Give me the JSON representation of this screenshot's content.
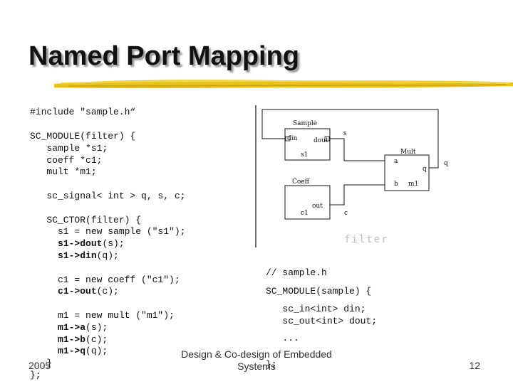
{
  "slide": {
    "title": "Named Port Mapping",
    "footer_year": "2005",
    "footer_center_line1": "Design & Co-design of Embedded",
    "footer_center_line2": "Systems",
    "page_number": "12",
    "accent_color": "#e8c21a"
  },
  "code_left": {
    "include": "#include \"sample.h“",
    "module_open": "SC_MODULE(filter) {",
    "decl_sample": "   sample *s1;",
    "decl_coeff": "   coeff *c1;",
    "decl_mult": "   mult *m1;",
    "signals": "   sc_signal< int > q, s, c;",
    "ctor": "   SC_CTOR(filter) {",
    "s1_new": "     s1 = new sample (\"s1\");",
    "s1_dout_prefix": "     s1->dout(s);",
    "s1_din": "     s1->din(q);",
    "c1_new": "     c1 = new coeff (\"c1\");",
    "c1_out": "     c1->out(c);",
    "m1_new": "     m1 = new mult (\"m1\");",
    "m1_a": "     m1->a(s);",
    "m1_b": "     m1->b(c);",
    "m1_q": "     m1->q(q);",
    "close_inner": "   }",
    "close_outer": "};"
  },
  "code_right": {
    "comment": "// sample.h",
    "module_open": "SC_MODULE(sample) {",
    "port_in": "   sc_in<int> din;",
    "port_out": "   sc_out<int> dout;",
    "ellipsis": "   ...",
    "close": "};"
  },
  "diagram": {
    "sample_label": "Sample",
    "sample_din": "din",
    "sample_dout": "dout",
    "sample_inst": "s1",
    "signal_s": "s",
    "mult_label": "Mult",
    "mult_a": "a",
    "mult_q": "q",
    "mult_b": "b",
    "mult_inst": "m1",
    "signal_q": "q",
    "coeff_label": "Coeff",
    "coeff_out": "out",
    "coeff_inst": "c1",
    "signal_c": "c",
    "module_label": "filter"
  }
}
